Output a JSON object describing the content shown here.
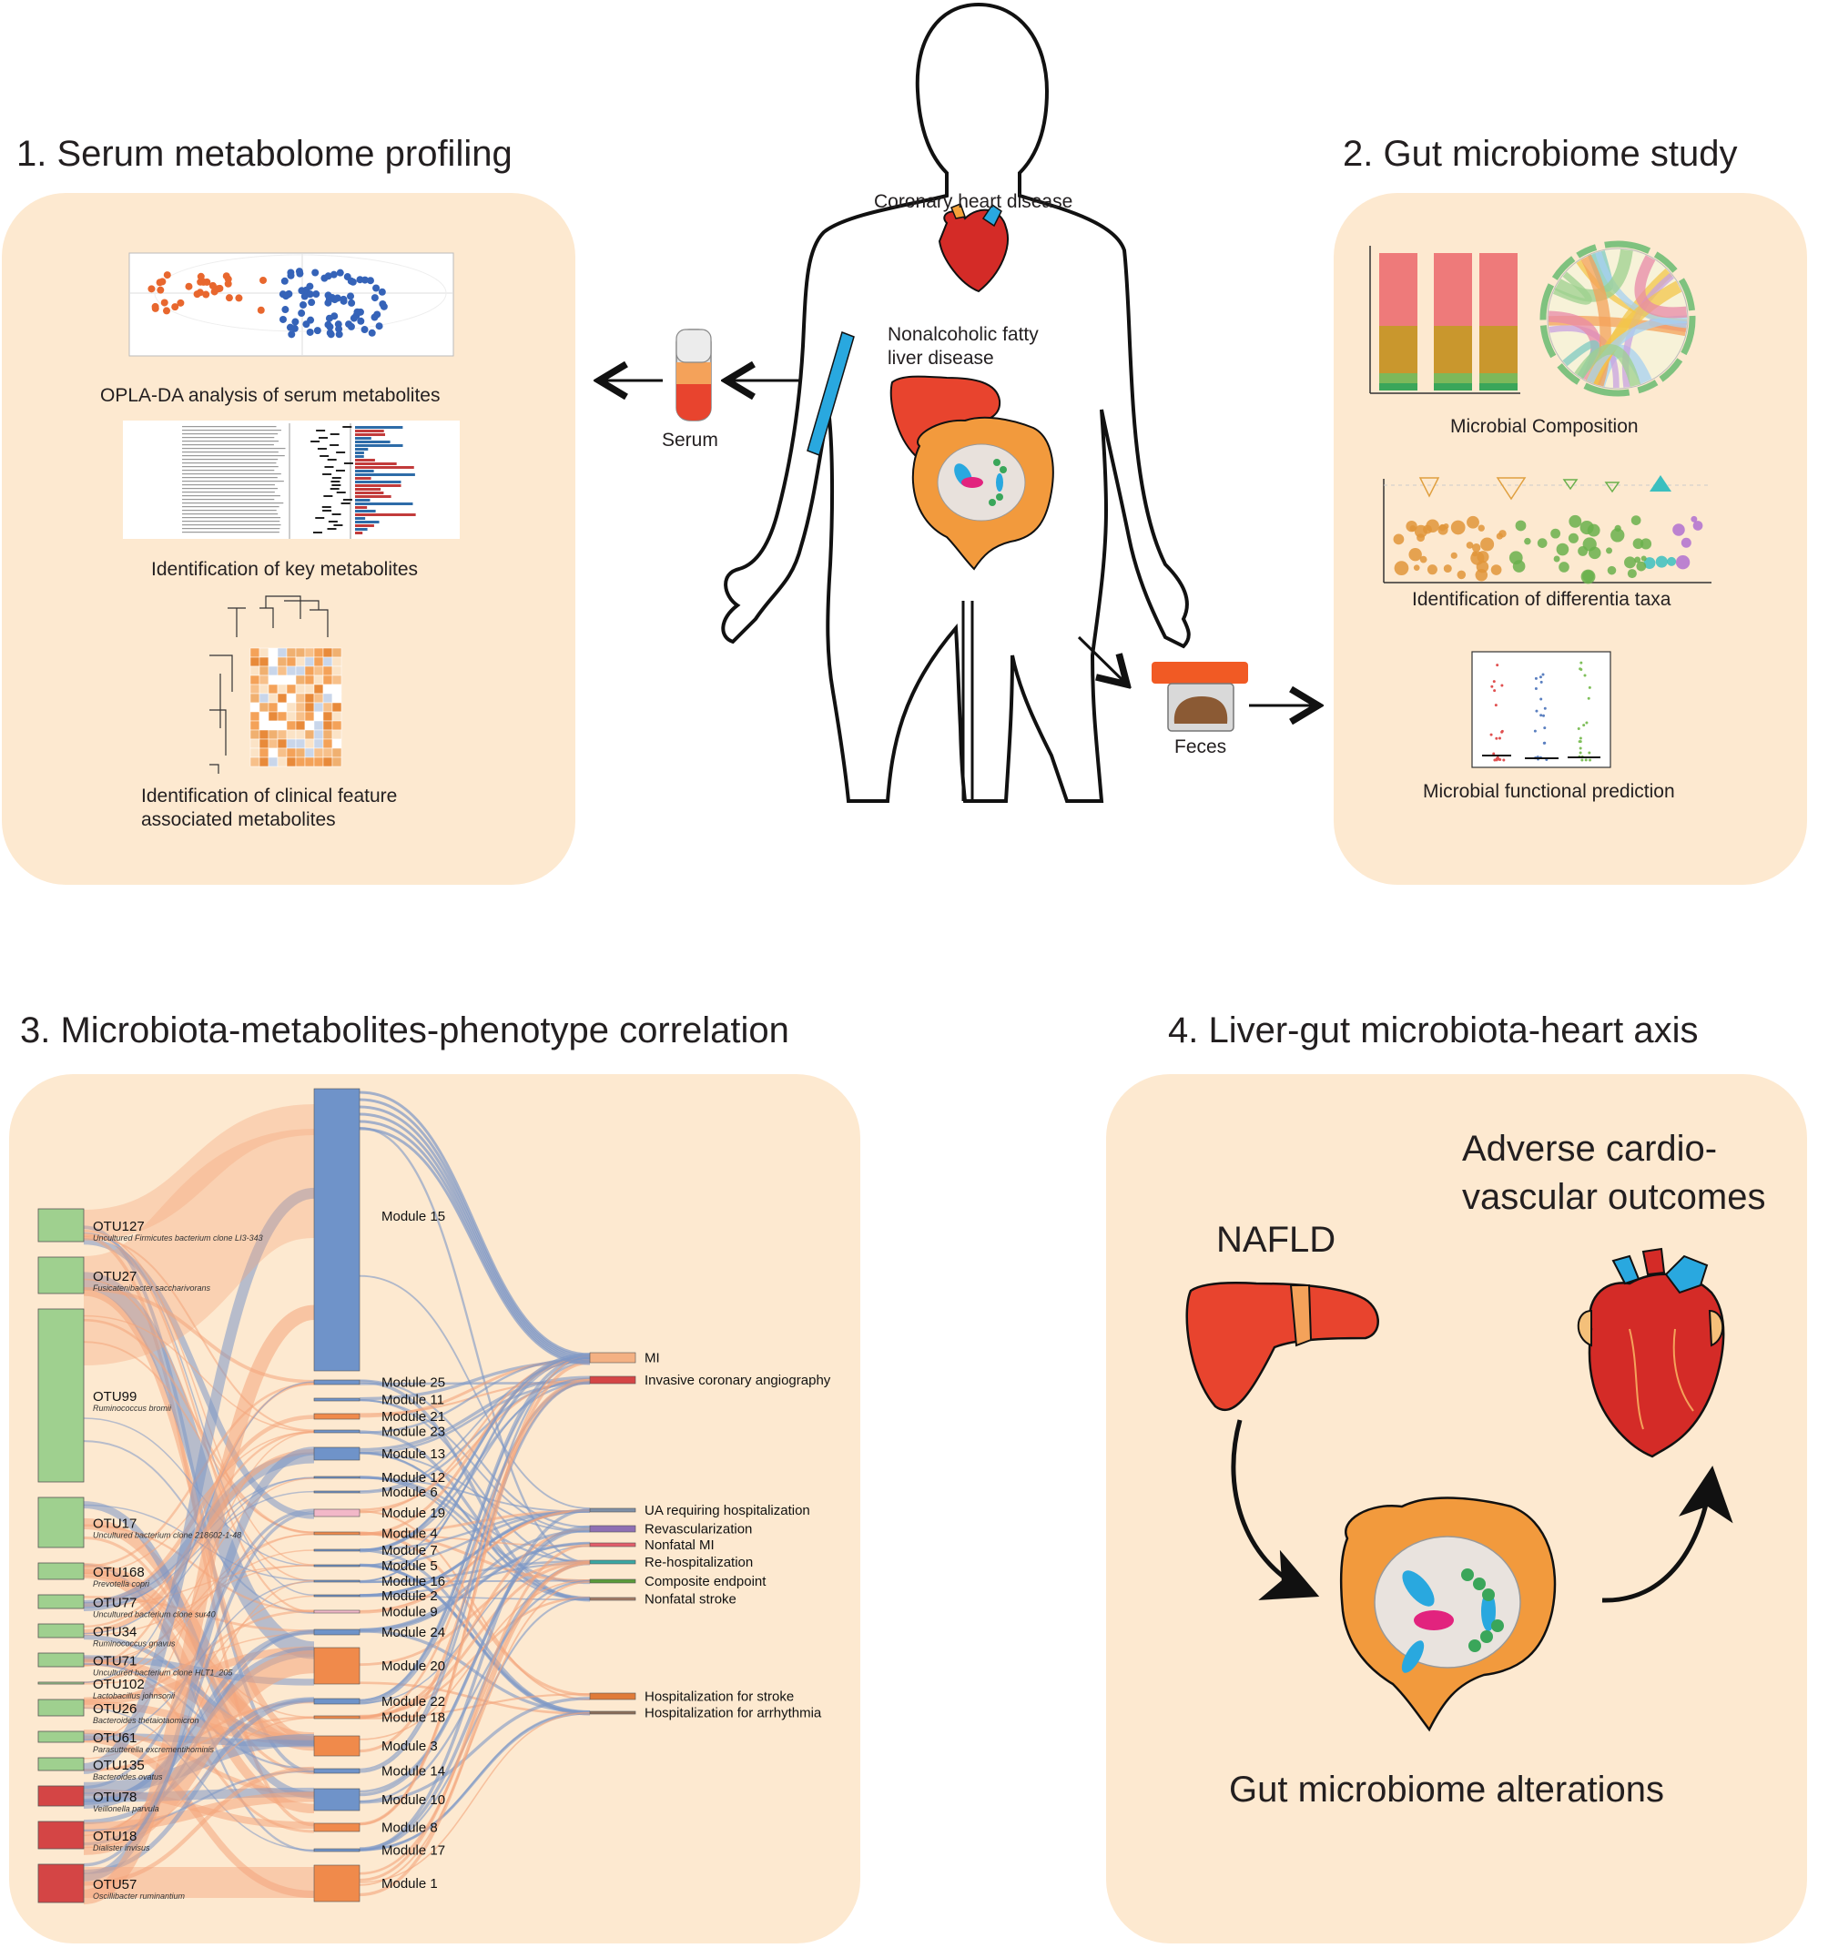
{
  "headings": {
    "panel1": "1. Serum metabolome profiling",
    "panel2": "2. Gut microbiome study",
    "panel3": "3. Microbiota-metabolites-phenotype correlation",
    "panel4": "4. Liver-gut microbiota-heart axis"
  },
  "body_labels": {
    "heart": "Coronary heart disease",
    "liver_line1": "Nonalcoholic fatty",
    "liver_line2": "liver disease",
    "serum": "Serum",
    "feces": "Feces"
  },
  "panel1": {
    "opls_caption": "OPLA-DA analysis of serum metabolites",
    "key_caption": "Identification of key metabolites",
    "clinical_caption_line1": "Identification of clinical feature",
    "clinical_caption_line2": "associated metabolites"
  },
  "panel2": {
    "composition_caption": "Microbial Composition",
    "taxa_caption": "Identification of differentia taxa",
    "function_caption": "Microbial functional prediction"
  },
  "panel4": {
    "nafld": "NAFLD",
    "adverse_line1": "Adverse cardio-",
    "adverse_line2": "vascular outcomes",
    "gut": "Gut microbiome alterations"
  },
  "sankey": {
    "otus": [
      {
        "name": "OTU127",
        "species": "Uncultured Firmicutes bacterium clone LI3-343",
        "color": "#9fd08f"
      },
      {
        "name": "OTU27",
        "species": "Fusicatenibacter saccharivorans",
        "color": "#9fd08f"
      },
      {
        "name": "OTU99",
        "species": "Ruminococcus bromii",
        "color": "#9fd08f"
      },
      {
        "name": "OTU17",
        "species": "Uncultured bacterium clone 218602-1-48",
        "color": "#9fd08f"
      },
      {
        "name": "OTU168",
        "species": "Prevotella copri",
        "color": "#9fd08f"
      },
      {
        "name": "OTU77",
        "species": "Uncultured bacterium clone sur40",
        "color": "#9fd08f"
      },
      {
        "name": "OTU34",
        "species": "Ruminococcus gnavus",
        "color": "#9fd08f"
      },
      {
        "name": "OTU71",
        "species": "Uncultured bacterium clone HLT1_205",
        "color": "#9fd08f"
      },
      {
        "name": "OTU102",
        "species": "Lactobacillus johnsonii",
        "color": "#9fd08f"
      },
      {
        "name": "OTU26",
        "species": "Bacteroides thetaiotaomicron",
        "color": "#9fd08f"
      },
      {
        "name": "OTU61",
        "species": "Parasutterella excrementihominis",
        "color": "#9fd08f"
      },
      {
        "name": "OTU135",
        "species": "Bacteroides ovatus",
        "color": "#9fd08f"
      },
      {
        "name": "OTU78",
        "species": "Veillonella parvula",
        "color": "#d44545"
      },
      {
        "name": "OTU18",
        "species": "Dialister invisus",
        "color": "#d44545"
      },
      {
        "name": "OTU57",
        "species": "Oscillibacter ruminantium",
        "color": "#d44545"
      }
    ],
    "modules": [
      {
        "name": "Module 15",
        "color": "#6f93c9"
      },
      {
        "name": "Module 25",
        "color": "#6f93c9"
      },
      {
        "name": "Module 11",
        "color": "#6f93c9"
      },
      {
        "name": "Module 21",
        "color": "#f08a4b"
      },
      {
        "name": "Module 23",
        "color": "#6f93c9"
      },
      {
        "name": "Module 13",
        "color": "#6f93c9"
      },
      {
        "name": "Module 12",
        "color": "#6f93c9"
      },
      {
        "name": "Module 6",
        "color": "#6f93c9"
      },
      {
        "name": "Module 19",
        "color": "#f2b8c8"
      },
      {
        "name": "Module 4",
        "color": "#f08a4b"
      },
      {
        "name": "Module 7",
        "color": "#6f93c9"
      },
      {
        "name": "Module 5",
        "color": "#6f93c9"
      },
      {
        "name": "Module 16",
        "color": "#6f93c9"
      },
      {
        "name": "Module 2",
        "color": "#6f93c9"
      },
      {
        "name": "Module 9",
        "color": "#f2b8c8"
      },
      {
        "name": "Module 24",
        "color": "#6f93c9"
      },
      {
        "name": "Module 20",
        "color": "#f08a4b"
      },
      {
        "name": "Module 22",
        "color": "#6f93c9"
      },
      {
        "name": "Module 18",
        "color": "#f08a4b"
      },
      {
        "name": "Module 3",
        "color": "#f08a4b"
      },
      {
        "name": "Module 14",
        "color": "#6f93c9"
      },
      {
        "name": "Module 10",
        "color": "#6f93c9"
      },
      {
        "name": "Module 8",
        "color": "#f08a4b"
      },
      {
        "name": "Module 17",
        "color": "#6f93c9"
      },
      {
        "name": "Module 1",
        "color": "#f08a4b"
      }
    ],
    "outcomes": [
      {
        "name": "MI",
        "color": "#f4b183"
      },
      {
        "name": "Invasive coronary angiography",
        "color": "#d44545"
      },
      {
        "name": "UA requiring hospitalization",
        "color": "#7f8fa6"
      },
      {
        "name": "Revascularization",
        "color": "#8e6fb3"
      },
      {
        "name": "Nonfatal MI",
        "color": "#e35d6a"
      },
      {
        "name": "Re-hospitalization",
        "color": "#3aa7a3"
      },
      {
        "name": "Composite endpoint",
        "color": "#5a9a3a"
      },
      {
        "name": "Nonfatal stroke",
        "color": "#a67c67"
      },
      {
        "name": "Hospitalization for stroke",
        "color": "#e07b39"
      },
      {
        "name": "Hospitalization for arrhythmia",
        "color": "#8c6f5a"
      }
    ]
  },
  "colors": {
    "panel_bg": "#fde9d0",
    "orange_link": "#f4a57c",
    "blue_link": "#7d97c6",
    "liver": "#e8442e",
    "heart": "#d42b27",
    "vein": "#29a8df"
  }
}
